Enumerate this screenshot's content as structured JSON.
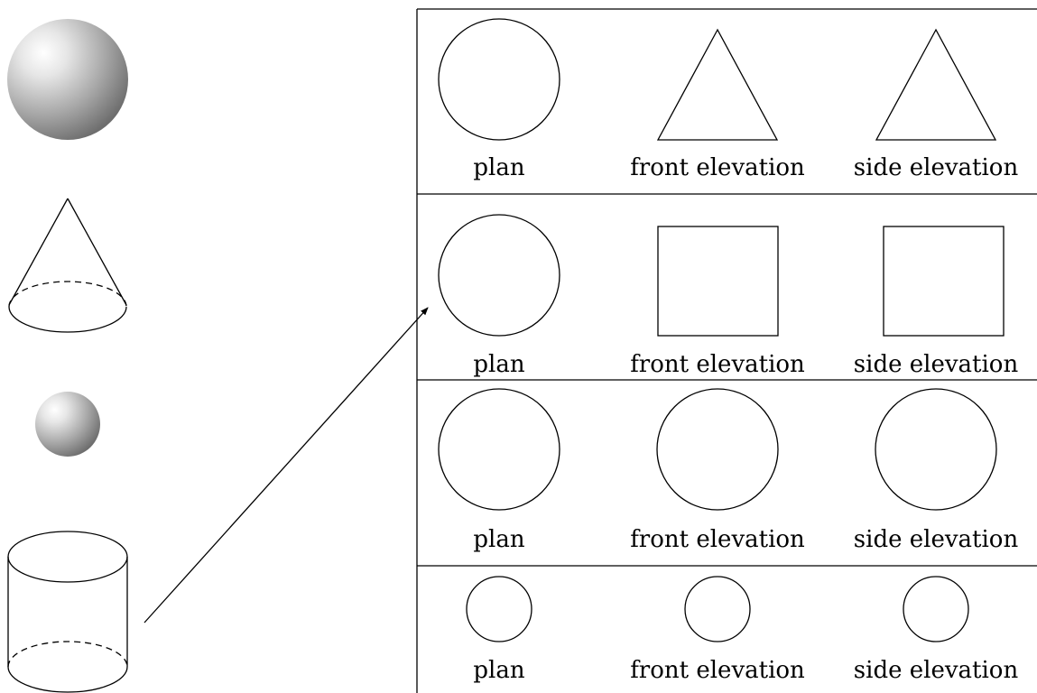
{
  "solids": [
    {
      "name": "sphere",
      "icon": "shaded-sphere-icon"
    },
    {
      "name": "cone",
      "icon": "cone-wireframe-icon"
    },
    {
      "name": "small sphere",
      "icon": "small-shaded-sphere-icon"
    },
    {
      "name": "cylinder",
      "icon": "cylinder-wireframe-icon"
    }
  ],
  "views_table": {
    "rows": [
      {
        "plan": "plan",
        "front": "front elevation",
        "side": "side elevation"
      },
      {
        "plan": "plan",
        "front": "front elevation",
        "side": "side elevation"
      },
      {
        "plan": "plan",
        "front": "front elevation",
        "side": "side elevation"
      },
      {
        "plan": "plan",
        "front": "front elevation",
        "side": "side elevation"
      }
    ]
  },
  "colors": {
    "stroke": "#000000",
    "sphere_highlight": "#ffffff",
    "sphere_shadow": "#6e6e6e"
  }
}
